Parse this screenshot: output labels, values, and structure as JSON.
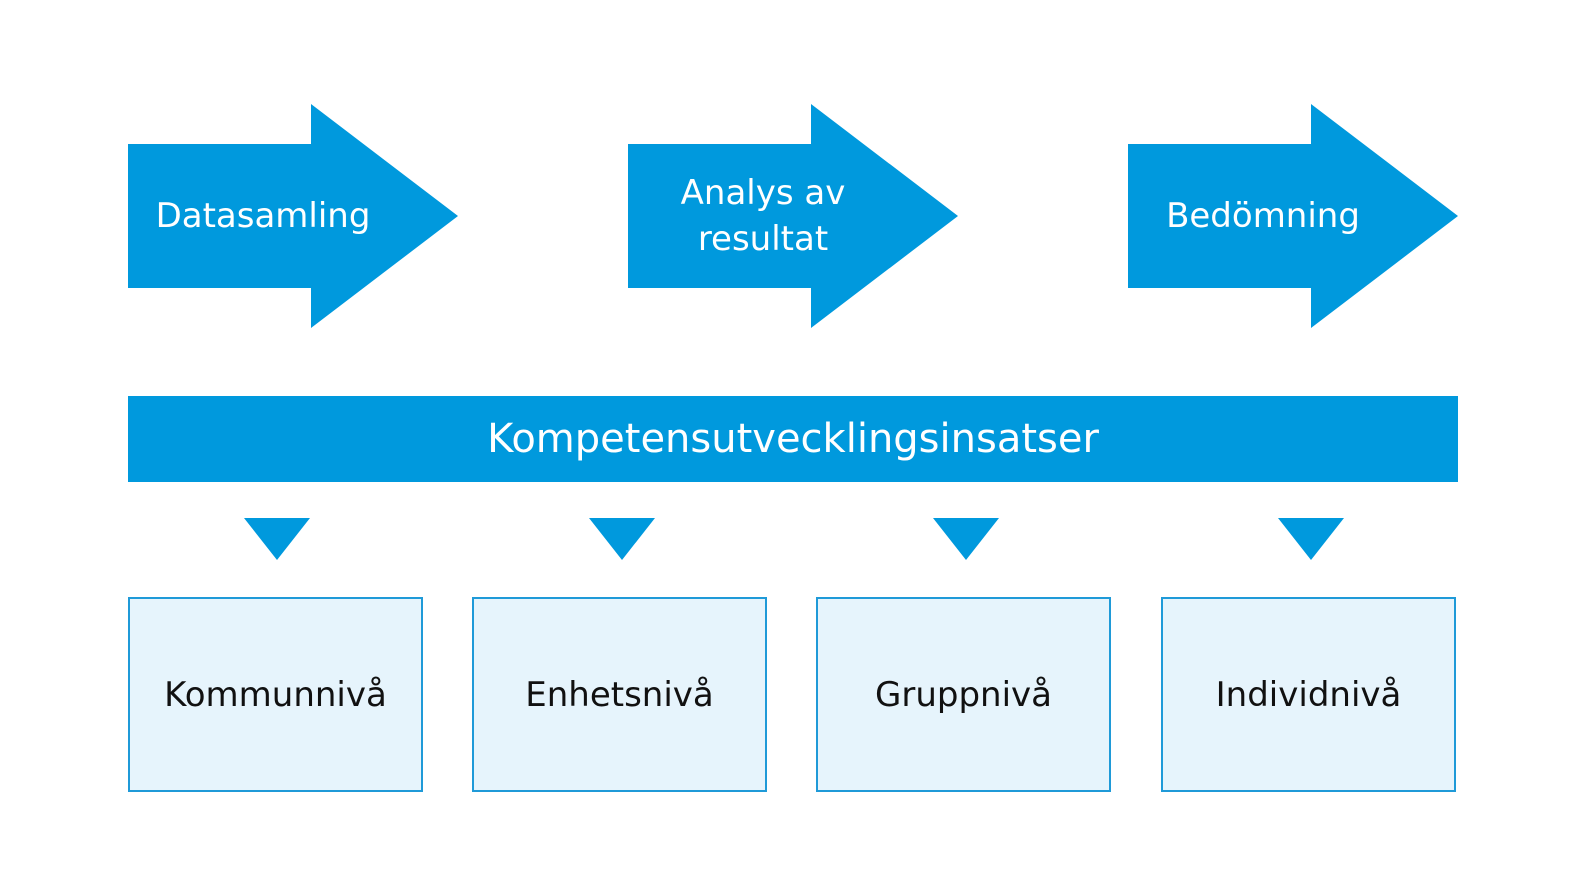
{
  "colors": {
    "primary": "#0099dd",
    "box_fill": "#e6f4fc",
    "box_border": "#1f9ad8",
    "text_light": "#ffffff",
    "text_dark": "#111111"
  },
  "process_steps": [
    {
      "label": "Datasamling"
    },
    {
      "label": "Analys av\nresultat"
    },
    {
      "label": "Bedömning"
    }
  ],
  "bar": {
    "label": "Kompetensutvecklingsinsatser"
  },
  "levels": [
    {
      "label": "Kommunnivå"
    },
    {
      "label": "Enhetsnivå"
    },
    {
      "label": "Gruppnivå"
    },
    {
      "label": "Individnivå"
    }
  ]
}
